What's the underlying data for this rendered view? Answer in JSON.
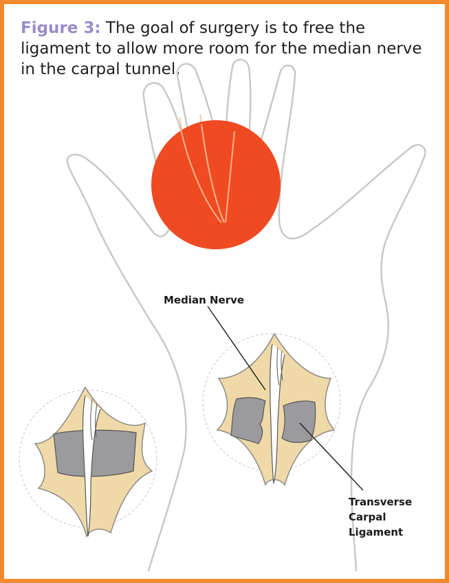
{
  "figure": {
    "label": "Figure 3:",
    "caption": "The goal of surgery is to free the ligament to allow more room for the median nerve in the carpal tunnel."
  },
  "labels": {
    "median_nerve": "Median Nerve",
    "ligament_line1": "Transverse",
    "ligament_line2": "Carpal",
    "ligament_line3": "Ligament"
  },
  "colors": {
    "frame": "#f08a2c",
    "figure_label": "#9a8cc8",
    "incision_marker": "#f04a23",
    "hand_outline": "#c8c8c8",
    "tissue": "#efd9a8",
    "ligament": "#9b9b9e"
  }
}
